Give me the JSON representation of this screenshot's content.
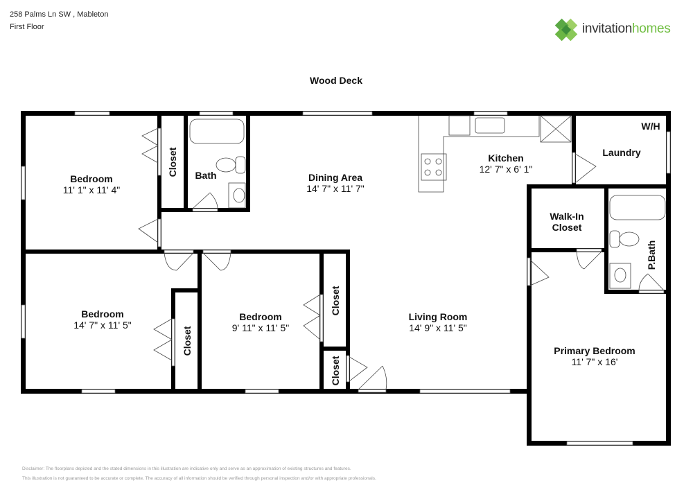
{
  "header": {
    "address": "258 Palms Ln SW , Mableton",
    "floor": "First Floor"
  },
  "logo": {
    "word1": "invitation",
    "word2": "homes",
    "icon": "clover-logo-icon",
    "colors": {
      "text_dark": "#333333",
      "text_green": "#72bf44",
      "leaf_light": "#9fd067",
      "leaf_mid": "#6bb644",
      "leaf_dark": "#3e8e3a"
    }
  },
  "exterior": {
    "deck_label": "Wood Deck"
  },
  "rooms": {
    "bedroom1": {
      "name": "Bedroom",
      "dims": "11' 1\" x 11' 4\""
    },
    "closet1": {
      "name": "Closet"
    },
    "bath": {
      "name": "Bath"
    },
    "dining": {
      "name": "Dining Area",
      "dims": "14' 7\" x 11' 7\""
    },
    "kitchen": {
      "name": "Kitchen",
      "dims": "12' 7\" x 6' 1\""
    },
    "laundry": {
      "name": "Laundry",
      "note": "W/H"
    },
    "walkin": {
      "name_line1": "Walk-In",
      "name_line2": "Closet"
    },
    "pbath": {
      "name": "P.Bath"
    },
    "bedroom2": {
      "name": "Bedroom",
      "dims": "14' 7\" x 11' 5\""
    },
    "closet2": {
      "name": "Closet"
    },
    "bedroom3": {
      "name": "Bedroom",
      "dims": "9' 11\" x 11' 5\""
    },
    "closet3": {
      "name": "Closet"
    },
    "closet4": {
      "name": "Closet"
    },
    "living": {
      "name": "Living Room",
      "dims": "14' 9\" x 11' 5\""
    },
    "primary": {
      "name": "Primary Bedroom",
      "dims": "11' 7\" x 16'"
    }
  },
  "disclaimer": {
    "line1": "Disclaimer: The floorplans depicted and the stated dimensions in this illustration are indicative only and serve as an approximation of existing structures and features.",
    "line2": "This illustration is not guaranteed to be accurate or complete. The accuracy of all information should be verified through personal inspection and/or with appropriate professionals."
  }
}
